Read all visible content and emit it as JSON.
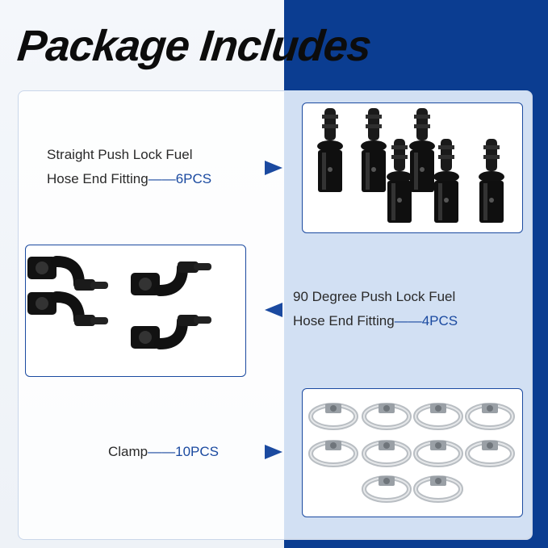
{
  "title": "Package Includes",
  "items": [
    {
      "line1": "Straight Push Lock Fuel",
      "line2_prefix": "Hose End Fitting",
      "dash": "——",
      "qty": "6PCS"
    },
    {
      "line1": "90 Degree Push Lock Fuel",
      "line2_prefix": "Hose End Fitting",
      "dash": "——",
      "qty": "4PCS"
    },
    {
      "line1": "Clamp",
      "dash": "——",
      "qty": "10PCS"
    }
  ],
  "colors": {
    "accent": "#1b4aa0",
    "right_background": "#0b3d91",
    "fitting": "#111111",
    "clamp": "#c0c4c8"
  },
  "icons": [
    "arrow-right-icon",
    "arrow-left-icon"
  ]
}
